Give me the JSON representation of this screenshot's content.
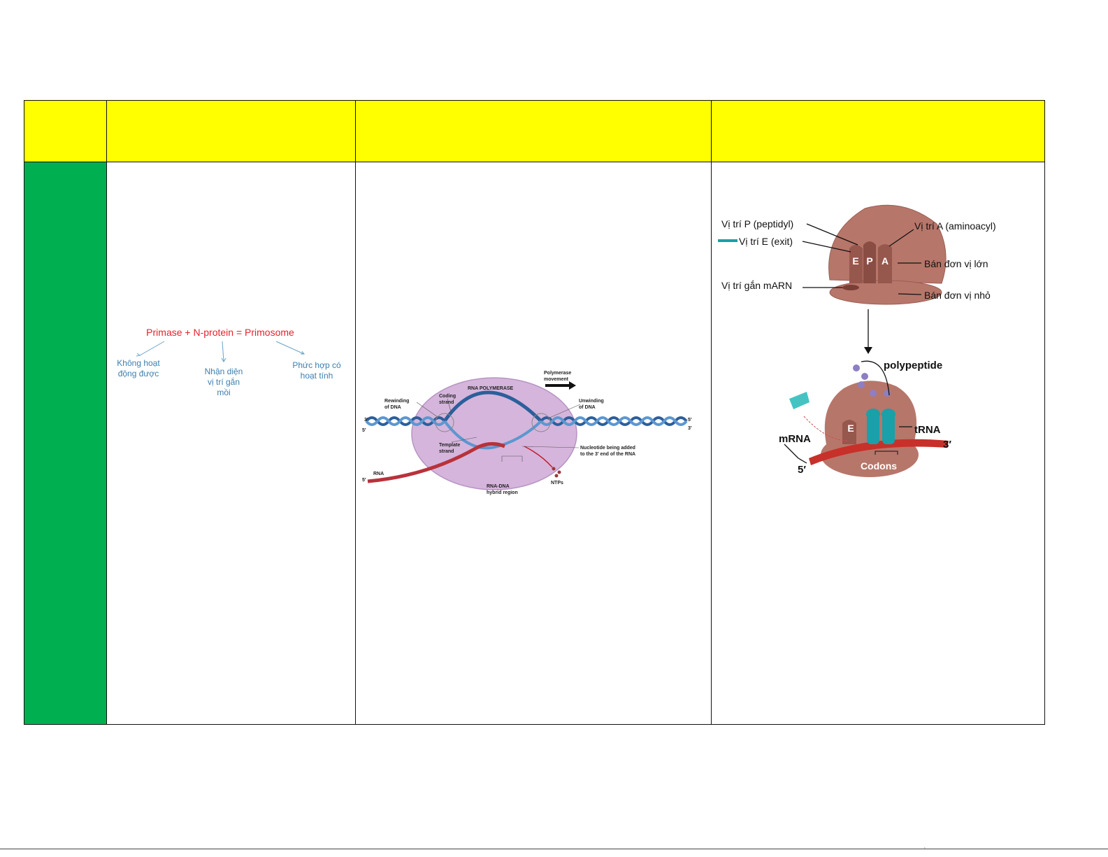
{
  "colors": {
    "header_bg": "#ffff00",
    "row_label_bg": "#00b050",
    "primosome_text": "#e8202a",
    "primosome_sub": "#3a7fb0"
  },
  "primosome": {
    "title": "Primase + N-protein = Primosome",
    "branches": [
      [
        "Không hoạt",
        "động được"
      ],
      [
        "Nhận diện",
        "vị trí gắn",
        "mồi"
      ],
      [
        "Phức hợp có",
        "hoạt tính"
      ]
    ]
  },
  "transcription": {
    "polymerase": "RNA POLYMERASE",
    "movement": [
      "Polymerase",
      "movement"
    ],
    "rewinding": [
      "Rewinding",
      "of DNA"
    ],
    "coding": [
      "Coding",
      "strand"
    ],
    "unwinding": [
      "Unwinding",
      "of DNA"
    ],
    "template": [
      "Template",
      "strand"
    ],
    "nucleotide": [
      "Nucleotide being added",
      "to the 3′ end of the RNA"
    ],
    "rna": "RNA",
    "hybrid": [
      "RNA-DNA",
      "hybrid region"
    ],
    "ntps": "NTPs",
    "left_3": "3′",
    "left_5": "5′",
    "right_5": "5′",
    "right_3": "3′",
    "rna_5": "5′"
  },
  "ribosome": {
    "site_p": "Vị trí P (peptidyl)",
    "site_e": "Vị trí E (exit)",
    "site_a": "Vị trí A (aminoacyl)",
    "site_mrna": "Vị trí gắn mARN",
    "large_sub": "Bán đơn vị lớn",
    "small_sub": "Bán đơn vị nhỏ",
    "e": "E",
    "p": "P",
    "a": "A",
    "polypeptide": "polypeptide",
    "trna": "tRNA",
    "mrna": "mRNA",
    "three": "3′",
    "five": "5′",
    "codons": "Codons",
    "e2": "E"
  }
}
